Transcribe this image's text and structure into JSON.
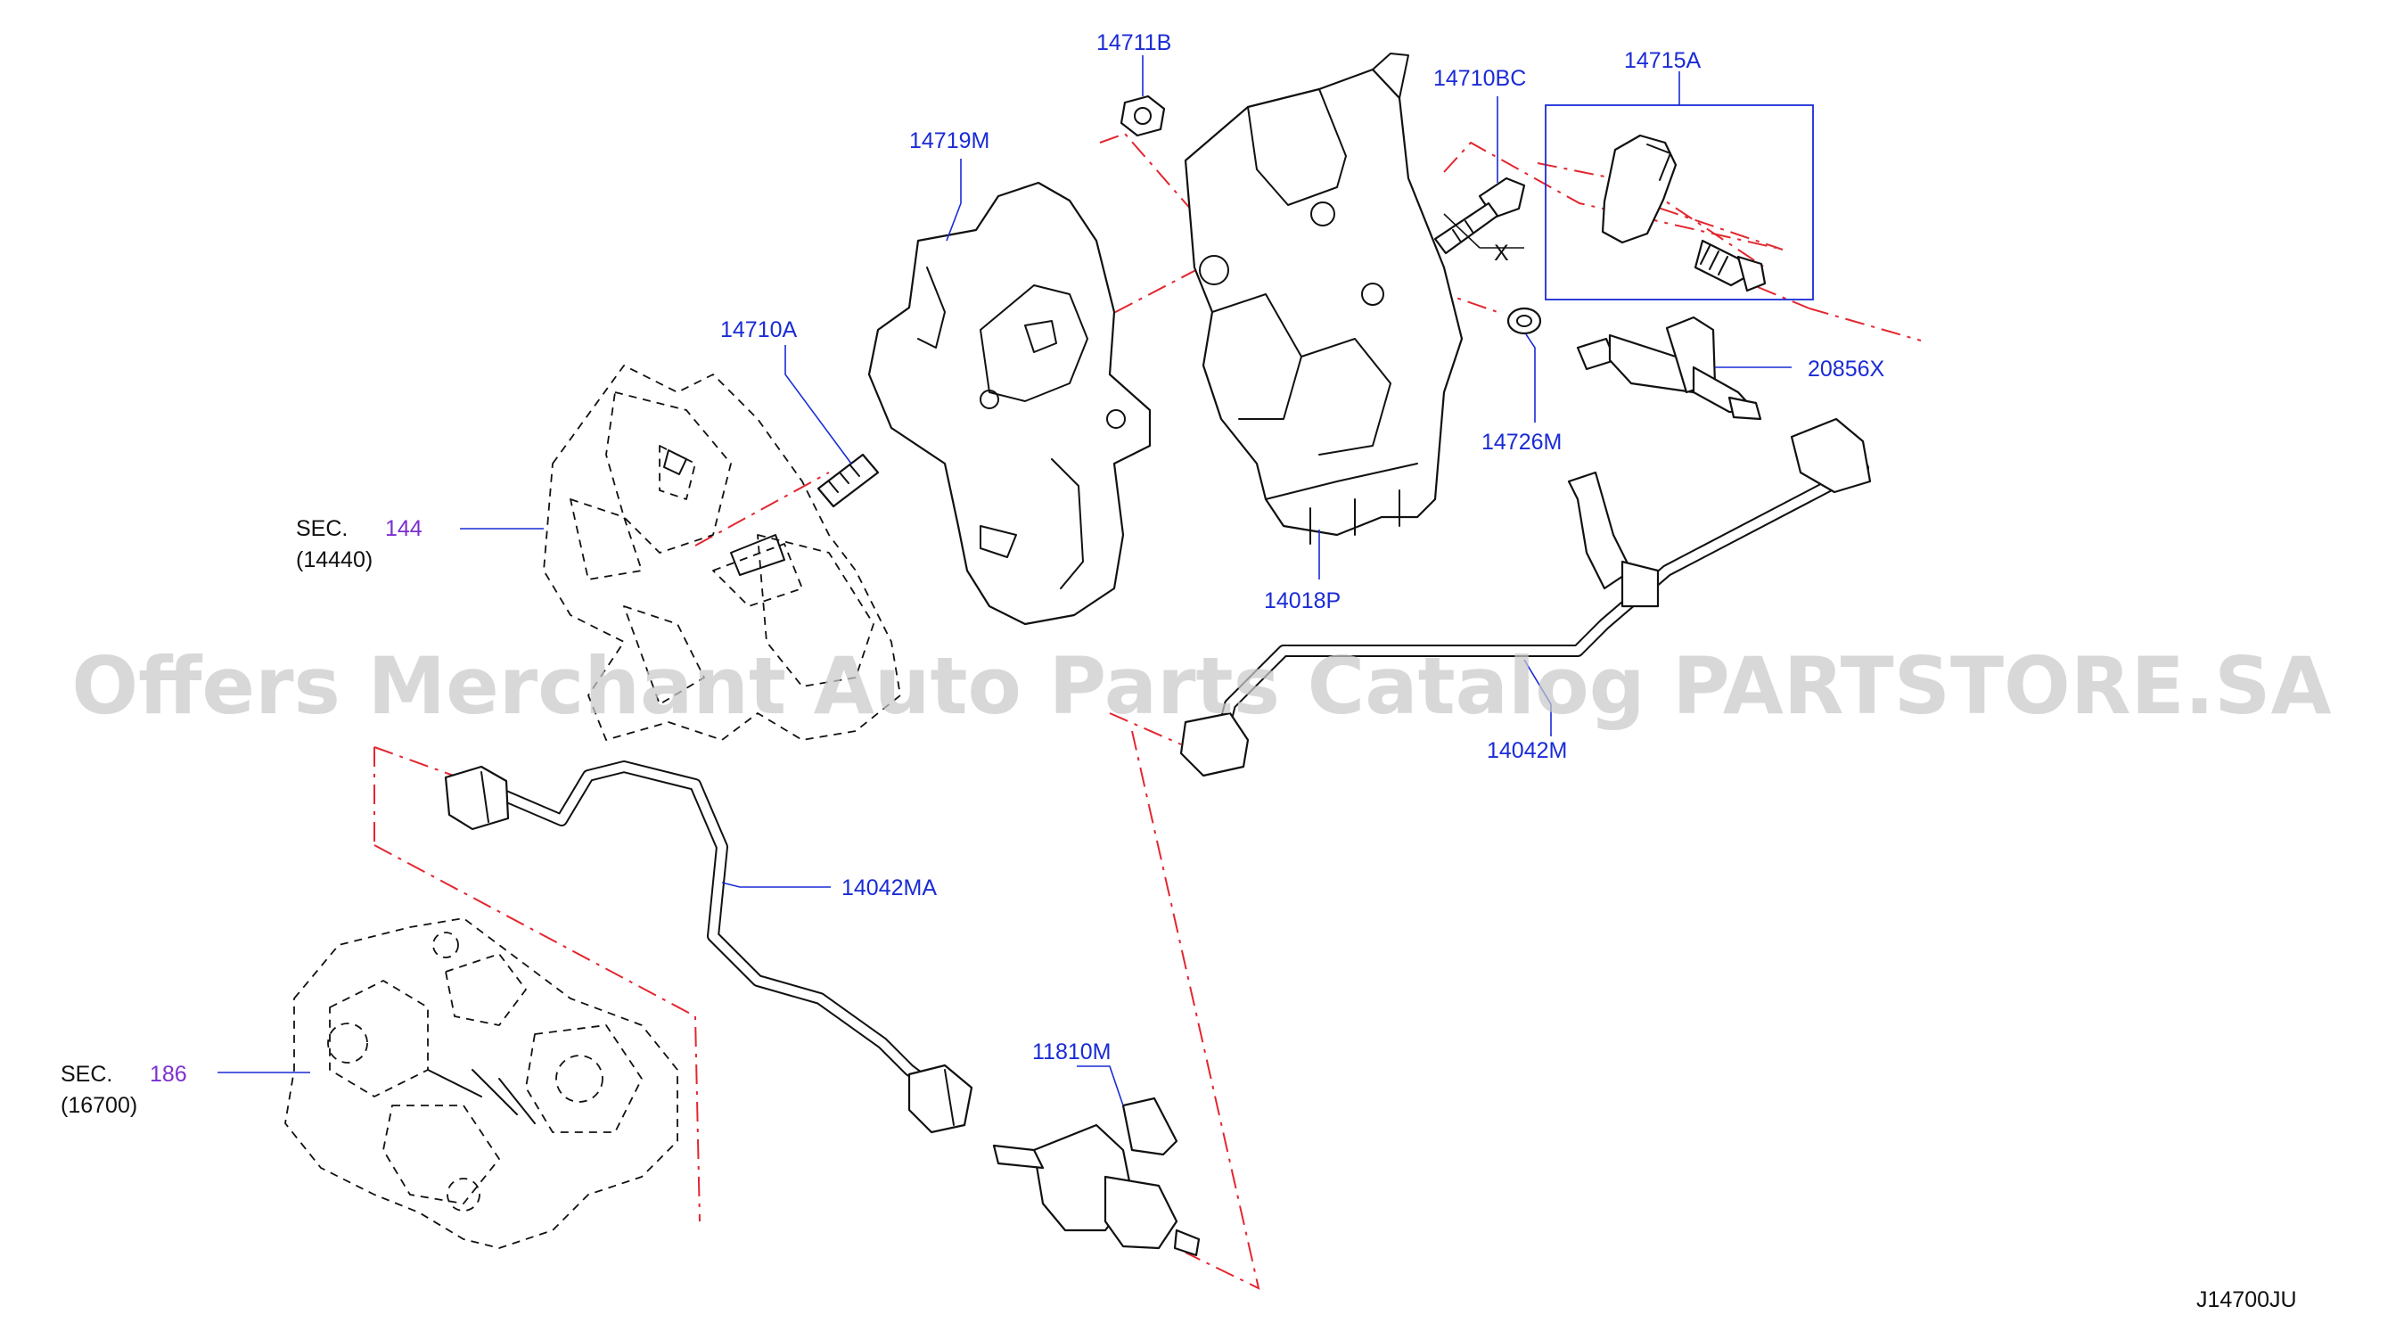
{
  "parts": {
    "p14711B": "14711B",
    "p14719M": "14719M",
    "p14710BC": "14710BC",
    "p14715A": "14715A",
    "p14710A": "14710A",
    "p20856X": "20856X",
    "p14726M": "14726M",
    "p14018P": "14018P",
    "p14042M": "14042M",
    "p14042MA": "14042MA",
    "p11810M": "11810M"
  },
  "sections": {
    "sec144_prefix": "SEC.",
    "sec144_num": "144",
    "sec144_sub": "(14440)",
    "sec186_prefix": "SEC.",
    "sec186_num": "186",
    "sec186_sub": "(16700)"
  },
  "marker_x": "X",
  "diagram_code": "J14700JU",
  "watermark": "Offers Merchant Auto Parts Catalog PARTSTORE.SA",
  "colors": {
    "label": "#1a2bd6",
    "section_number": "#7b2fd0",
    "centerline": "#e3262f",
    "linework": "#111111",
    "watermark": "#c9c9c9"
  }
}
